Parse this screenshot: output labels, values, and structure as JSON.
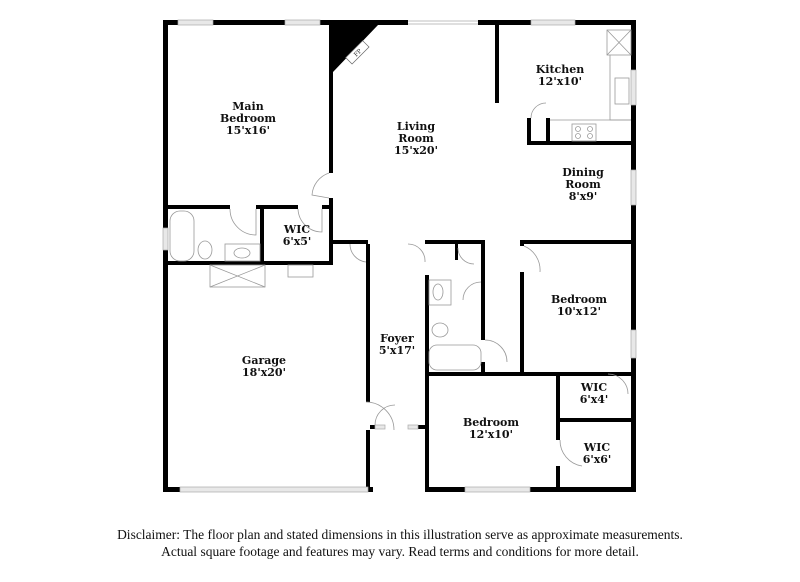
{
  "rooms": {
    "main_bedroom": {
      "name_1": "Main",
      "name_2": "Bedroom",
      "size": "15'x16'"
    },
    "living_room": {
      "name_1": "Living",
      "name_2": "Room",
      "size": "15'x20'"
    },
    "kitchen": {
      "name": "Kitchen",
      "size": "12'x10'"
    },
    "dining_room": {
      "name_1": "Dining",
      "name_2": "Room",
      "size": "8'x9'"
    },
    "wic_main": {
      "name": "WIC",
      "size": "6'x5'"
    },
    "garage": {
      "name": "Garage",
      "size": "18'x20'"
    },
    "foyer": {
      "name": "Foyer",
      "size": "5'x17'"
    },
    "bedroom_1": {
      "name": "Bedroom",
      "size": "10'x12'"
    },
    "wic_2": {
      "name": "WIC",
      "size": "6'x4'"
    },
    "bedroom_2": {
      "name": "Bedroom",
      "size": "12'x10'"
    },
    "wic_3": {
      "name": "WIC",
      "size": "6'x6'"
    }
  },
  "fireplace_label": "FP",
  "colors": {
    "wall": "#000000",
    "fixture": "#999999",
    "window": "#cccccc"
  },
  "disclaimer": {
    "line1": "Disclaimer: The floor plan and stated dimensions in this illustration serve as approximate measurements.",
    "line2": "Actual square footage and features may vary. Read terms and conditions for more detail."
  }
}
